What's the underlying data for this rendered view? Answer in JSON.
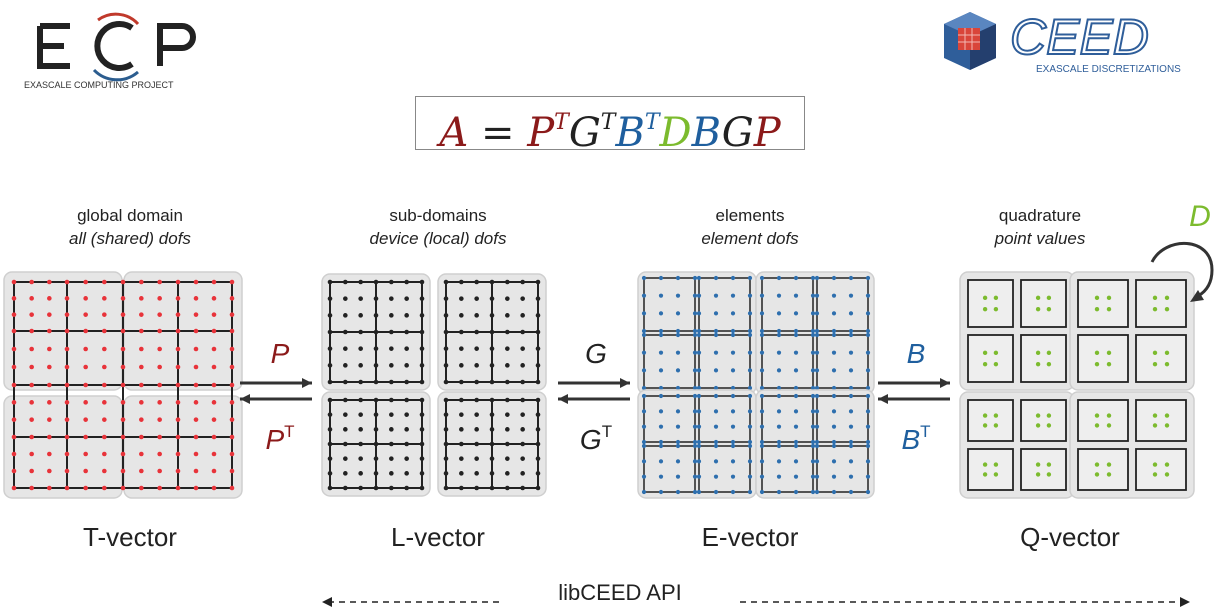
{
  "logos": {
    "ecp": {
      "text": "ECP",
      "subtitle": "EXASCALE COMPUTING PROJECT"
    },
    "ceed": {
      "text": "CEED",
      "subtitle": "EXASCALE DISCRETIZATIONS"
    }
  },
  "formula": {
    "A": "A",
    "eq": "=",
    "PT": "P",
    "PT_sup": "T",
    "GT": "G",
    "GT_sup": "T",
    "BT": "B",
    "BT_sup": "T",
    "D": "D",
    "B": "B",
    "G": "G",
    "P": "P"
  },
  "stages": [
    {
      "title": "global domain",
      "subtitle": "all (shared) dofs",
      "vector": "T-vector"
    },
    {
      "title": "sub-domains",
      "subtitle": "device (local) dofs",
      "vector": "L-vector"
    },
    {
      "title": "elements",
      "subtitle": "element dofs",
      "vector": "E-vector"
    },
    {
      "title": "quadrature",
      "subtitle": "point values",
      "vector": "Q-vector"
    }
  ],
  "operators": {
    "P": "P",
    "P_T": "P",
    "P_T_sup": "T",
    "G": "G",
    "G_T": "G",
    "G_T_sup": "T",
    "B": "B",
    "B_T": "B",
    "B_T_sup": "T",
    "D": "D"
  },
  "api_label": "libCEED API",
  "colors": {
    "P": "#8b1a1a",
    "B": "#1f5f9e",
    "D": "#7cbb2e",
    "T_dots": "#e8333a",
    "E_dots": "#2e6fae",
    "Q_dots": "#7cbb2e"
  }
}
